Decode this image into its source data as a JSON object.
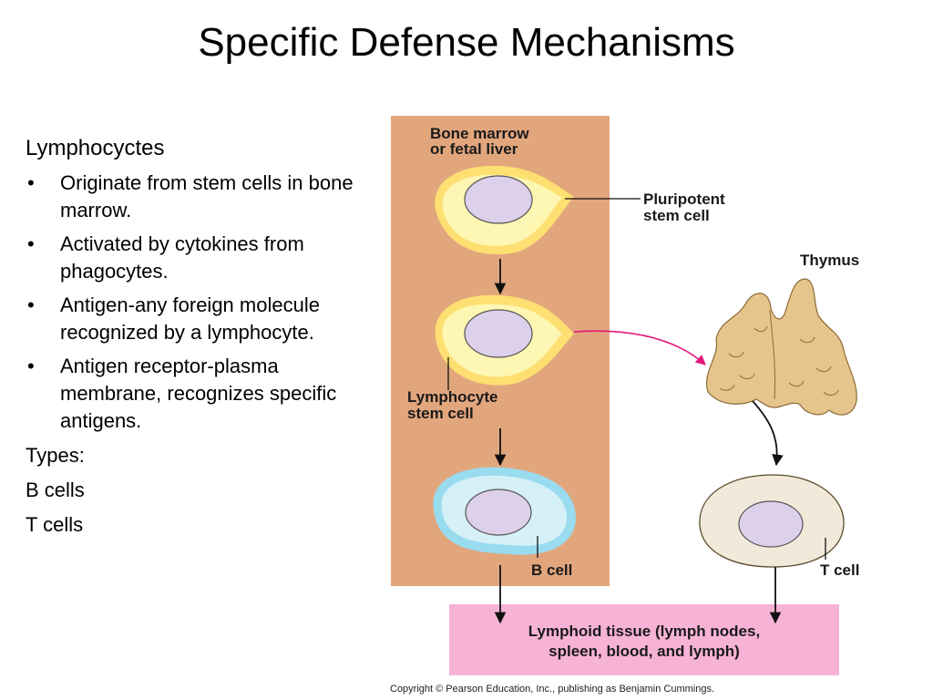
{
  "slide": {
    "title": "Specific Defense Mechanisms"
  },
  "left_panel": {
    "heading": "Lymphocyctes",
    "bullets": [
      "Originate from stem cells in bone marrow.",
      "Activated by cytokines from phagocytes.",
      "Antigen-any foreign molecule recognized by a lymphocyte.",
      "Antigen receptor-plasma membrane, recognizes specific antigens."
    ],
    "types_label": "Types:",
    "types": [
      "B cells",
      "T cells"
    ]
  },
  "diagram": {
    "bone_marrow_label": [
      "Bone marrow",
      "or fetal liver"
    ],
    "stem_cell_label": [
      "Pluripotent",
      "stem cell"
    ],
    "thymus_label": "Thymus",
    "lymphocyte_stem_label": [
      "Lymphocyte",
      "stem cell"
    ],
    "b_cell_label": "B cell",
    "t_cell_label": "T cell",
    "lymphoid_label": [
      "Lymphoid tissue (lymph nodes,",
      "spleen, blood, and lymph)"
    ],
    "copyright": "Copyright © Pearson Education, Inc., publishing as Benjamin Cummings.",
    "colors": {
      "marrow_panel": "#e2a67d",
      "lymphoid_box": "#f7b3d6",
      "stem_cell_fill": "#fef6b3",
      "stem_cell_ring": "#fde071",
      "nucleus": "#dcd0ea",
      "b_cell_fill": "#d6f0f8",
      "b_cell_ring": "#99dcef",
      "t_cell_fill": "#f1e9da",
      "thymus": "#e6c58c",
      "migration_arrow": "#e4177a"
    }
  }
}
